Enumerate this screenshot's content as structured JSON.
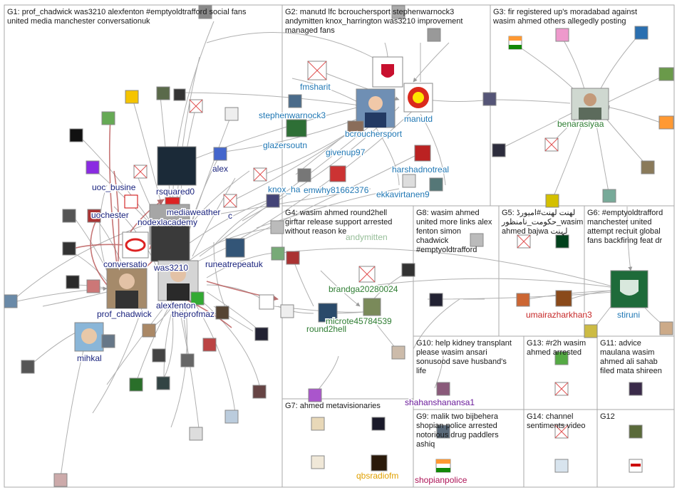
{
  "groups": [
    {
      "id": "G1",
      "title_lines": [
        "G1: prof_chadwick was3210 alexfenton #emptyoldtrafford social fans",
        "united media manchester conversationuk"
      ]
    },
    {
      "id": "G2",
      "title_lines": [
        "G2: manutd lfc bcrouchersport stephenwarnock3",
        "andymitten knox_harrington was3210 improvement",
        "managed fans"
      ]
    },
    {
      "id": "G3",
      "title_lines": [
        "G3: fir registered up's moradabad against",
        "wasim ahmed others allegedly posting"
      ]
    },
    {
      "id": "G4",
      "title_lines": [
        "G4: wasim ahmed round2hell",
        "girftar release support arrested",
        "without reason ke"
      ]
    },
    {
      "id": "G8",
      "title_lines": [
        "G8: wasim ahmed",
        "united more links alex",
        "fenton simon",
        "chadwick",
        "#emptyoldtrafford"
      ]
    },
    {
      "id": "G5",
      "title_lines": [
        "G5: لهنت لهنت#اميورڈ",
        "حکومت_نامنظور_wasim",
        "ahmed bajwa لہنت"
      ]
    },
    {
      "id": "G6",
      "title_lines": [
        "G6: #emptyoldtrafford",
        "manchester united",
        "attempt recruit global",
        "fans backfiring feat dr"
      ]
    },
    {
      "id": "G10",
      "title_lines": [
        "G10: help kidney transplant",
        "please wasim ansari",
        "sonusood save husband's",
        "life"
      ]
    },
    {
      "id": "G13",
      "title_lines": [
        "G13: #r2h wasim",
        "ahmed arrested"
      ]
    },
    {
      "id": "G11",
      "title_lines": [
        "G11: advice",
        "maulana wasim",
        "ahmed ali sahab",
        "filed mata shireen"
      ]
    },
    {
      "id": "G7",
      "title_lines": [
        "G7: ahmed metavisionaries"
      ]
    },
    {
      "id": "G9",
      "title_lines": [
        "G9: malik two bijbehera",
        "shopian police arrested",
        "notorious drug paddlers",
        "ashiq"
      ]
    },
    {
      "id": "G14",
      "title_lines": [
        "G14: channel",
        "sentiments video"
      ]
    },
    {
      "id": "G12",
      "title_lines": [
        "G12"
      ]
    }
  ],
  "labels": [
    {
      "text": "fmsharit",
      "color": "#1f77b4"
    },
    {
      "text": "stephenwarnock3",
      "color": "#1f77b4"
    },
    {
      "text": "bcrouchersport",
      "color": "#1f77b4"
    },
    {
      "text": "manutd",
      "color": "#1f77b4"
    },
    {
      "text": "glazersoutn",
      "color": "#1f77b4"
    },
    {
      "text": "givenup97",
      "color": "#1f77b4"
    },
    {
      "text": "harshadnotreal",
      "color": "#1f77b4"
    },
    {
      "text": "knox_ha",
      "color": "#1f77b4"
    },
    {
      "text": "emwhy81662376",
      "color": "#1f77b4"
    },
    {
      "text": "ekkavirtanen9",
      "color": "#1f77b4"
    },
    {
      "text": "benarasiyaa",
      "color": "#2e7d32"
    },
    {
      "text": "uoc_busine",
      "color": "#1a237e"
    },
    {
      "text": "rsquared0",
      "color": "#1a237e"
    },
    {
      "text": "alex",
      "color": "#1a237e"
    },
    {
      "text": "uochester",
      "color": "#1a237e"
    },
    {
      "text": "mediaweather",
      "color": "#1a237e"
    },
    {
      "text": "c",
      "color": "#1a237e"
    },
    {
      "text": "nodexlacademy",
      "color": "#1a237e"
    },
    {
      "text": "conversatio",
      "color": "#1a237e"
    },
    {
      "text": "was3210",
      "color": "#1a237e"
    },
    {
      "text": "runeatrepeatuk",
      "color": "#1a237e"
    },
    {
      "text": "alexfenton",
      "color": "#1a237e"
    },
    {
      "text": "prof_chadwick",
      "color": "#1a237e"
    },
    {
      "text": "theprofmaz",
      "color": "#1a237e"
    },
    {
      "text": "mihkal",
      "color": "#1a237e"
    },
    {
      "text": "brandga20280024",
      "color": "#2e7d32"
    },
    {
      "text": "round2hell",
      "color": "#2e7d32"
    },
    {
      "text": "microte45784539",
      "color": "#2e7d32"
    },
    {
      "text": "andymitten",
      "color": "#2e7d32"
    },
    {
      "text": "umairazharkhan3",
      "color": "#c62828"
    },
    {
      "text": "stiruni",
      "color": "#1f77b4"
    },
    {
      "text": "shahanshanansa1",
      "color": "#6a1b9a"
    },
    {
      "text": "qbsradiofm",
      "color": "#e0a000"
    },
    {
      "text": "shopianpolice",
      "color": "#ad1457"
    }
  ],
  "colors": {
    "grid_border": "#a9a9a9",
    "edge": "#b0b0b0",
    "edge_red": "#b34747",
    "g1_label": "#1a237e",
    "g2_label": "#1f77b4",
    "g4_label": "#2e7d32"
  }
}
